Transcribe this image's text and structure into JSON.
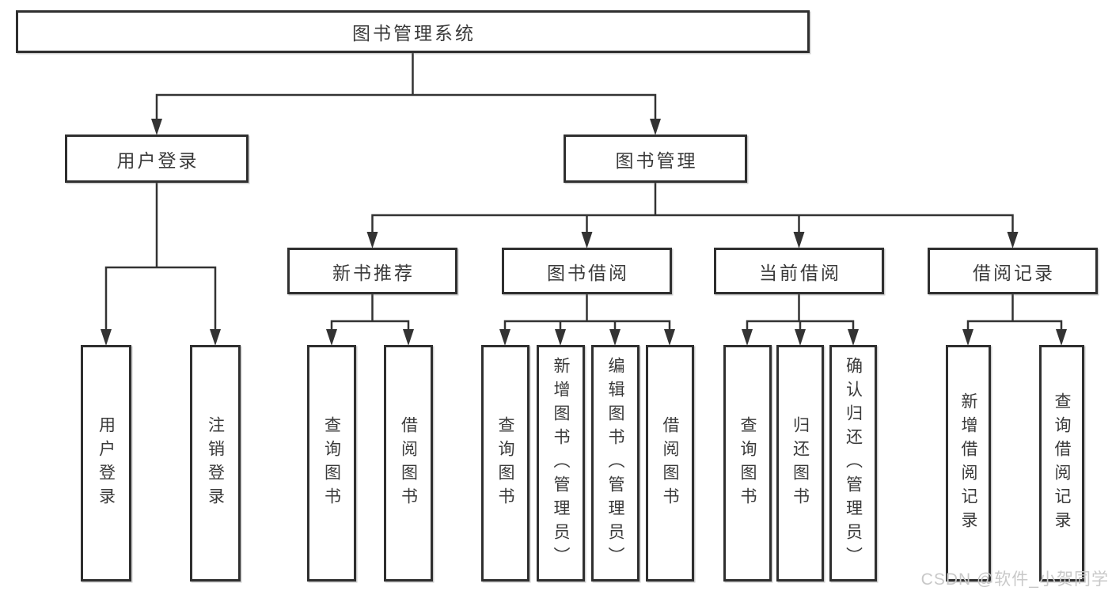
{
  "nodes": {
    "root": {
      "label": "图书管理系统"
    },
    "userLogin": {
      "label": "用户登录"
    },
    "bookMgmt": {
      "label": "图书管理"
    },
    "branches": [
      {
        "label": "新书推荐"
      },
      {
        "label": "图书借阅"
      },
      {
        "label": "当前借阅"
      },
      {
        "label": "借阅记录"
      }
    ],
    "leaves": {
      "userLogin": [
        {
          "label": "用户登录"
        },
        {
          "label": "注销登录"
        }
      ],
      "newBook": [
        {
          "label": "查询图书"
        },
        {
          "label": "借阅图书"
        }
      ],
      "bookBorrow": [
        {
          "label": "查询图书"
        },
        {
          "label": "新增图书（管理员）"
        },
        {
          "label": "编辑图书（管理员）"
        },
        {
          "label": "借阅图书"
        }
      ],
      "currentBorrow": [
        {
          "label": "查询图书"
        },
        {
          "label": "归还图书"
        },
        {
          "label": "确认归还（管理员）"
        }
      ],
      "borrowRecord": [
        {
          "label": "新增借阅记录"
        },
        {
          "label": "查询借阅记录"
        }
      ]
    }
  },
  "watermark": {
    "text": "CSDN @软件_小贺同学"
  },
  "colors": {
    "border": "#2f2f2f",
    "line": "#333333",
    "text": "#3a3a3a",
    "watermark": "#c8c8c8"
  }
}
